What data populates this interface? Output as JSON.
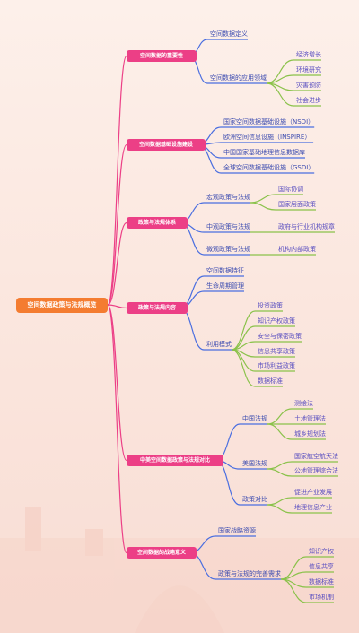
{
  "root": "空间数据政策与法规概览",
  "colors": {
    "root": "#f47c30",
    "level1": "#ec3f86",
    "blue_line": "#4a6ee0",
    "green_line": "#8ac24a",
    "text": "#3b4bb0"
  },
  "branches": [
    {
      "label": "空间数据的重要性",
      "children": [
        {
          "label": "空间数据定义"
        },
        {
          "label": "空间数据的应用领域",
          "children": [
            "经济增长",
            "环境研究",
            "灾害预防",
            "社会进步"
          ]
        }
      ]
    },
    {
      "label": "空间数据基础设施建设",
      "children": [
        {
          "label": "国家空间数据基础设施（NSDI）"
        },
        {
          "label": "欧洲空间信息设施（INSPIRE）"
        },
        {
          "label": "中国国家基础地理信息数据库"
        },
        {
          "label": "全球空间数据基础设施（GSDI）"
        }
      ]
    },
    {
      "label": "政策与法规体系",
      "children": [
        {
          "label": "宏观政策与法规",
          "children": [
            "国际协调",
            "国家层面政策"
          ]
        },
        {
          "label": "中观政策与法规",
          "children": [
            "政府与行业机构规章"
          ]
        },
        {
          "label": "微观政策与法规",
          "children": [
            "机构内部政策"
          ]
        }
      ]
    },
    {
      "label": "政策与法规内容",
      "children": [
        {
          "label": "空间数据特征"
        },
        {
          "label": "生命周期管理"
        },
        {
          "label": "利用模式",
          "children": [
            "投资政策",
            "知识产权政策",
            "安全与保密政策",
            "信息共享政策",
            "市场利益政策",
            "数据标准"
          ]
        }
      ]
    },
    {
      "label": "中美空间数据政策与法规对比",
      "children": [
        {
          "label": "中国法规",
          "children": [
            "测绘法",
            "土地管理法",
            "城乡规划法"
          ]
        },
        {
          "label": "美国法规",
          "children": [
            "国家航空航天法",
            "公地管理综合法"
          ]
        },
        {
          "label": "政策对比",
          "children": [
            "促进产业发展",
            "地理信息产业"
          ]
        }
      ]
    },
    {
      "label": "空间数据的战略意义",
      "children": [
        {
          "label": "国家战略资源"
        },
        {
          "label": "政策与法规的完善需求",
          "children": [
            "知识产权",
            "信息共享",
            "数据标准",
            "市场机制"
          ]
        }
      ]
    }
  ]
}
